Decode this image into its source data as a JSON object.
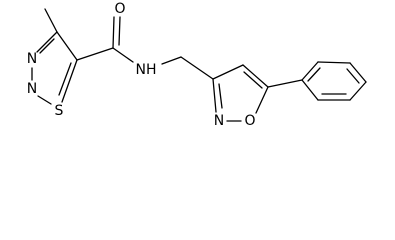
{
  "molecule": {
    "atoms": {
      "carbonyl_o": "O",
      "amide_n": "NH",
      "thiadiazole_n3": "N",
      "thiadiazole_n2": "N",
      "thiadiazole_s": "S",
      "isoxazole_n": "N",
      "isoxazole_o": "O"
    }
  }
}
